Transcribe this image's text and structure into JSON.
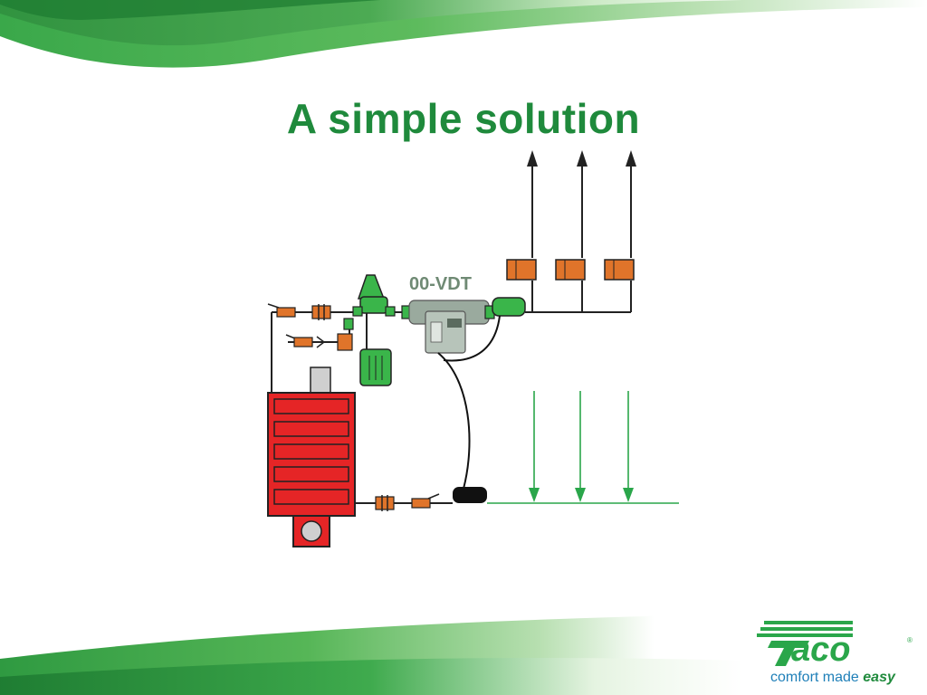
{
  "slide": {
    "title": "A simple solution",
    "pump_label": "00-VDT",
    "logo": {
      "brand": "Taco",
      "tagline_part1": "comfort",
      "tagline_part2": "made",
      "tagline_part3": "easy"
    }
  },
  "colors": {
    "title_green": "#1f8a3c",
    "boiler_red": "#e52526",
    "valve_orange": "#e0742a",
    "pipe_green": "#2aa64a",
    "component_green": "#3ab54a",
    "pump_grey": "#9aaa9e",
    "logo_blue": "#1e7fb8"
  }
}
